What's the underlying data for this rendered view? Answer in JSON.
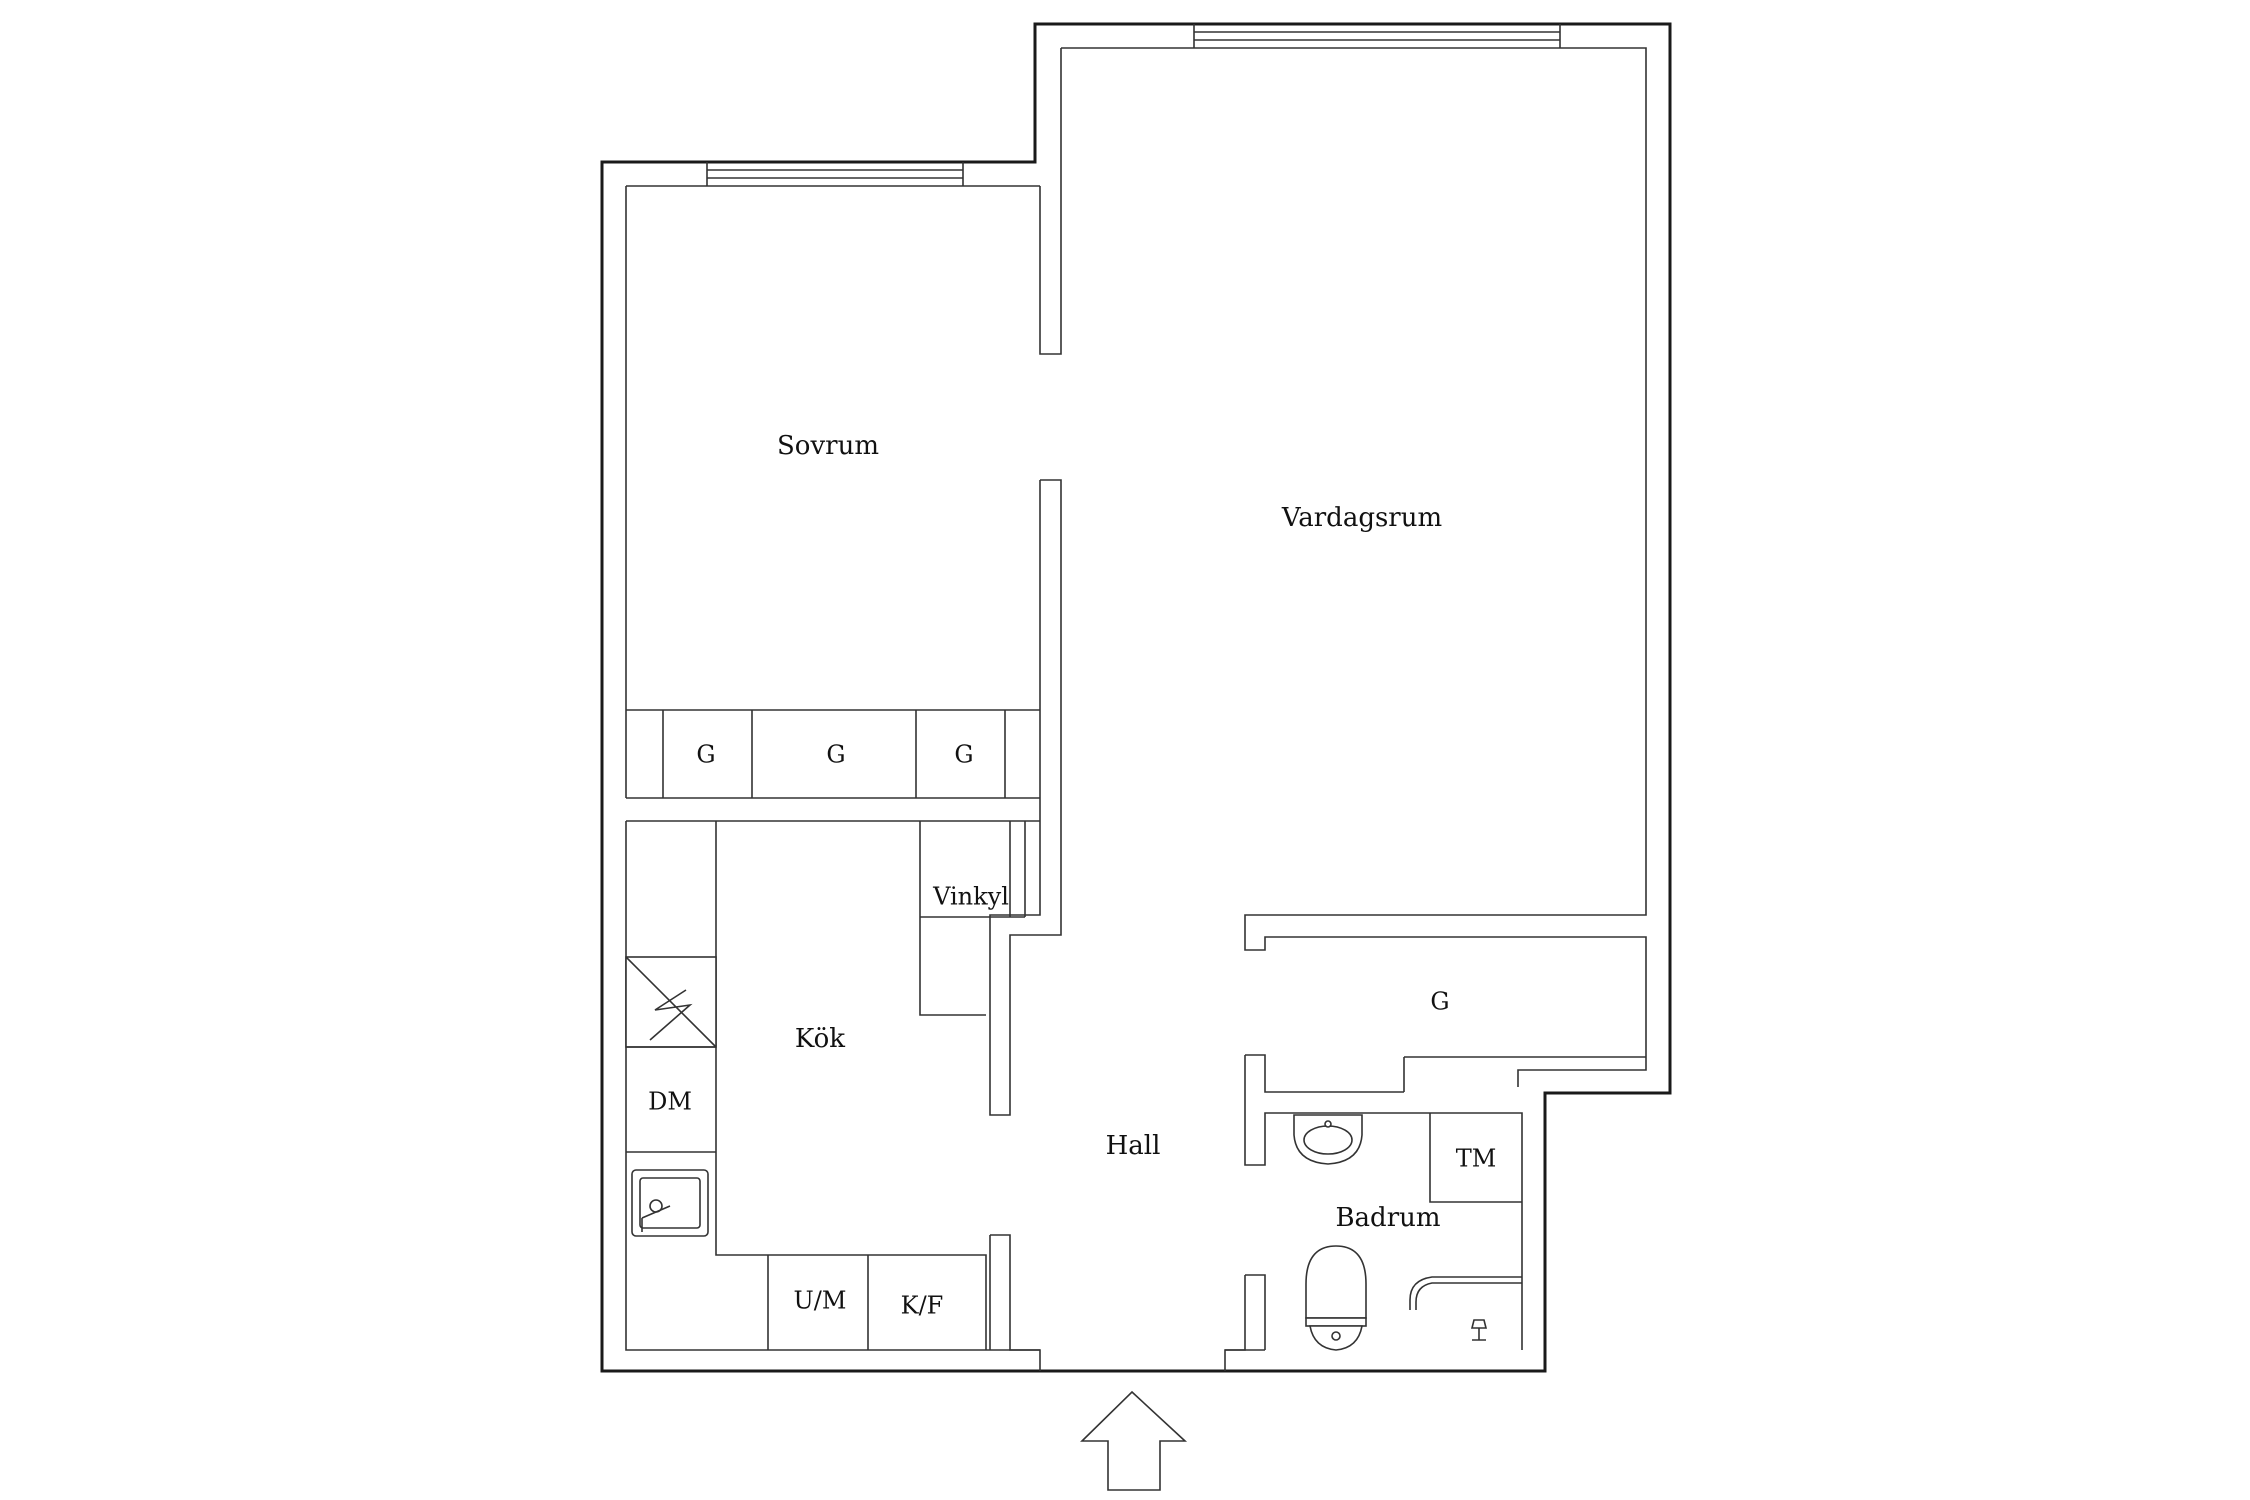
{
  "rooms": {
    "sovrum": "Sovrum",
    "vardagsrum": "Vardagsrum",
    "kok": "Kök",
    "hall": "Hall",
    "badrum": "Badrum"
  },
  "fixtures": {
    "wardrobe": "G",
    "vinkyl": "Vinkyl",
    "dishwasher": "DM",
    "oven_microwave": "U/M",
    "fridge_freezer": "K/F",
    "washing_machine": "TM"
  },
  "icons": {
    "stove": "stove-icon",
    "kitchen_sink": "kitchen-sink-icon",
    "wash_basin": "wash-basin-icon",
    "toilet": "toilet-icon",
    "shower": "shower-icon",
    "entrance": "entrance-arrow-icon"
  },
  "colors": {
    "line": "#1a1a1a",
    "background": "#ffffff"
  }
}
